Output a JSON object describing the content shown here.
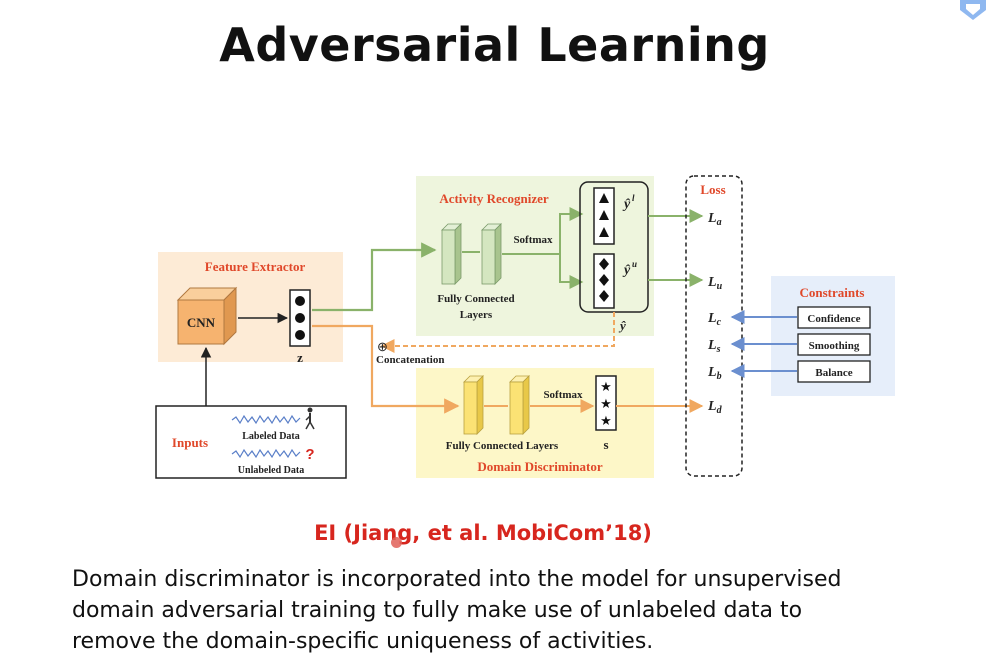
{
  "slide": {
    "title": "Adversarial Learning",
    "citation": "EI (Jiang, et al. MobiCom’18)",
    "description_lines": [
      "Domain discriminator is incorporated into the model for unsupervised",
      "domain adversarial training to fully make use of unlabeled data to",
      "remove the domain-specific uniqueness of activities."
    ]
  },
  "diagram": {
    "feature_extractor": {
      "label": "Feature Extractor",
      "cnn_label": "CNN",
      "z_label": "z"
    },
    "inputs": {
      "label": "Inputs",
      "labeled": "Labeled Data",
      "unlabeled": "Unlabeled Data",
      "question_mark": "?"
    },
    "activity_recognizer": {
      "label": "Activity Recognizer",
      "fc_label_line1": "Fully Connected",
      "fc_label_line2": "Layers",
      "softmax": "Softmax",
      "y_labeled": "ŷ",
      "y_labeled_sup": "l",
      "y_unlabeled": "ŷ",
      "y_unlabeled_sup": "u",
      "y_hat": "ŷ"
    },
    "concat": {
      "symbol": "⊕",
      "label": "Concatenation"
    },
    "domain_discriminator": {
      "label": "Domain Discriminator",
      "fc_label": "Fully Connected Layers",
      "softmax": "Softmax",
      "s_label": "s"
    },
    "loss": {
      "label": "Loss",
      "terms": [
        {
          "base": "L",
          "sub": "a"
        },
        {
          "base": "L",
          "sub": "u"
        },
        {
          "base": "L",
          "sub": "c"
        },
        {
          "base": "L",
          "sub": "s"
        },
        {
          "base": "L",
          "sub": "b"
        },
        {
          "base": "L",
          "sub": "d"
        }
      ]
    },
    "constraints": {
      "label": "Constraints",
      "items": [
        "Confidence",
        "Smoothing",
        "Balance"
      ]
    },
    "colors": {
      "red_label": "#e0482a",
      "green_panel": "#eef5dd",
      "yellow_panel": "#fdf7c8",
      "orange_panel": "#fdebd6",
      "blue_panel": "#e6eefa",
      "green_arrow": "#8ab26a",
      "orange_arrow": "#f0a860",
      "blue_arrow": "#6b8fcf",
      "cnn_box": "#f6b36f",
      "fc_green": "#d4e6c0",
      "fc_yellow": "#fbe274"
    }
  }
}
